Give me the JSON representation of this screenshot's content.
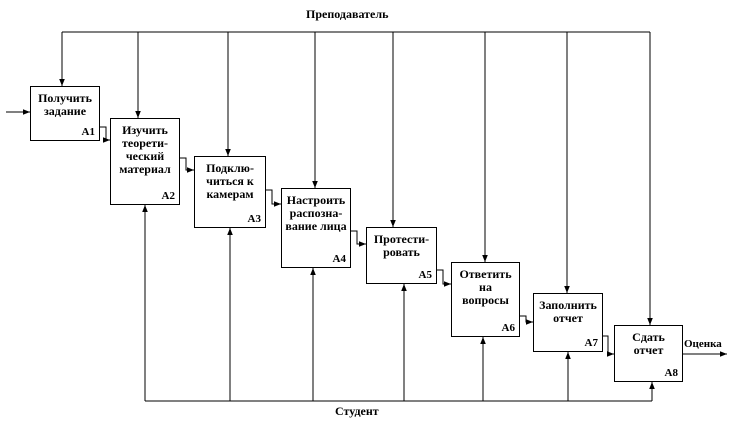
{
  "diagram": {
    "control_label": "Преподаватель",
    "mechanism_label": "Студент",
    "output_label": "Оценка",
    "boxes": [
      {
        "title": "Получить\nзадание",
        "code": "A1"
      },
      {
        "title": "Изучить\nтеорети-\nческий\nматериал",
        "code": "A2"
      },
      {
        "title": "Подклю-\nчиться к\nкамерам",
        "code": "A3"
      },
      {
        "title": "Настроить\nраспозна-\nвание лица",
        "code": "A4"
      },
      {
        "title": "Протести-\nровать",
        "code": "A5"
      },
      {
        "title": "Ответить\nна\nвопросы",
        "code": "A6"
      },
      {
        "title": "Заполнить\nотчет",
        "code": "A7"
      },
      {
        "title": "Сдать\nотчет",
        "code": "A8"
      }
    ]
  }
}
